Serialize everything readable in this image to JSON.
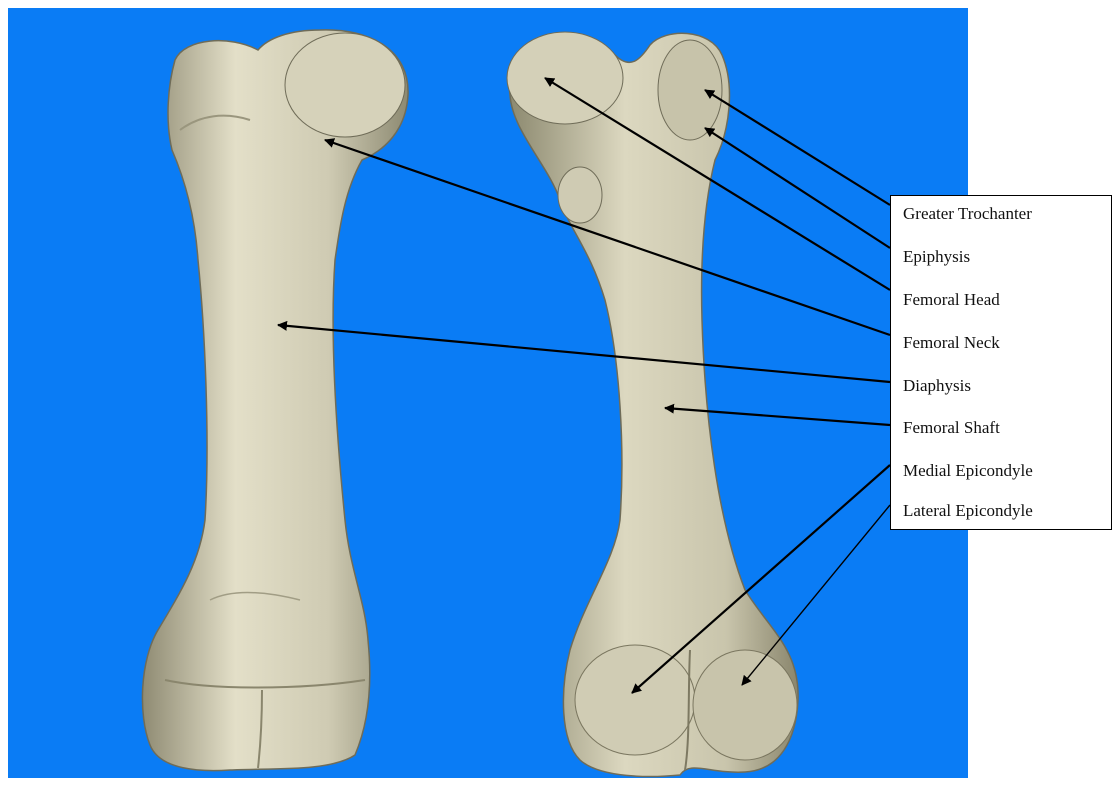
{
  "figure": {
    "background_color": "#0a7cf5",
    "bone_color": "#cfcbb3",
    "views": [
      "anterior-view",
      "posterior-view"
    ]
  },
  "labels": [
    {
      "id": "greater-trochanter",
      "text": "Greater Trochanter"
    },
    {
      "id": "epiphysis",
      "text": "Epiphysis"
    },
    {
      "id": "femoral-head",
      "text": "Femoral Head"
    },
    {
      "id": "femoral-neck",
      "text": "Femoral Neck"
    },
    {
      "id": "diaphysis",
      "text": "Diaphysis"
    },
    {
      "id": "femoral-shaft",
      "text": "Femoral Shaft"
    },
    {
      "id": "medial-epicondyle",
      "text": "Medial Epicondyle"
    },
    {
      "id": "lateral-epicondyle",
      "text": "Lateral Epicondyle"
    }
  ]
}
